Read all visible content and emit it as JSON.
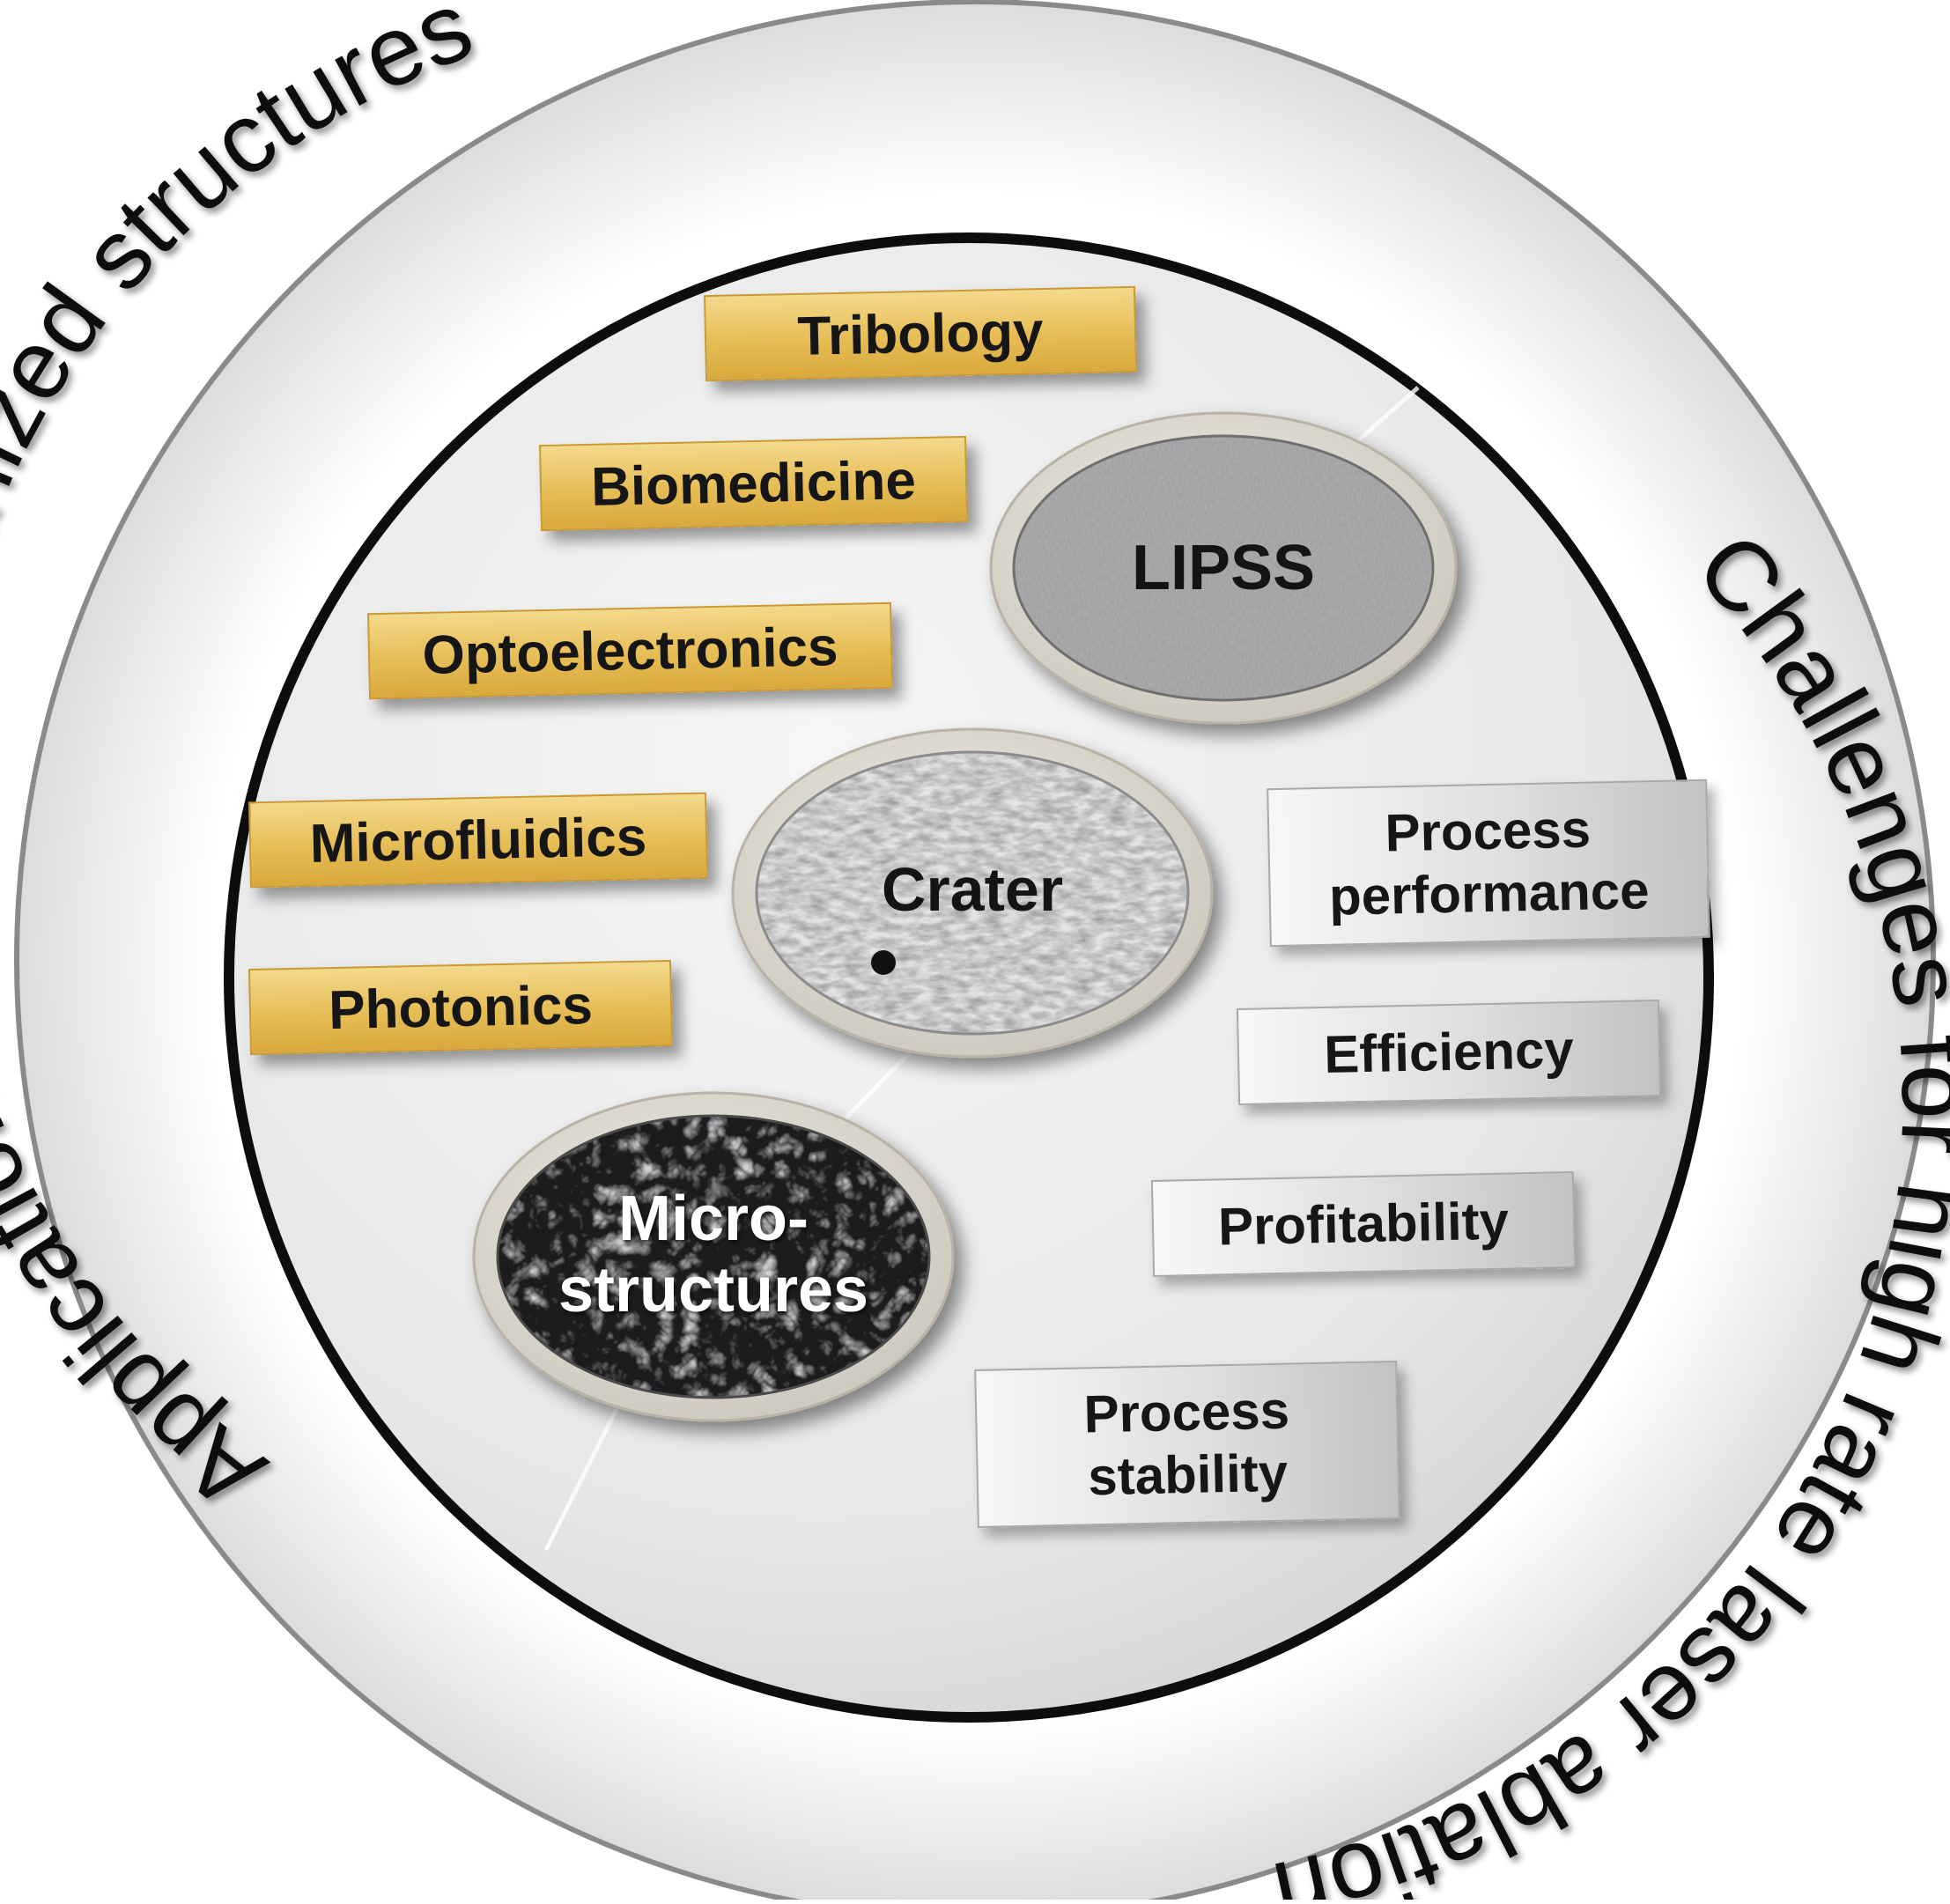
{
  "outer_ring": {
    "left_text": "Applications of self-organized structures",
    "right_text": "Challenges for high rate laser ablation"
  },
  "structures": {
    "lipss": {
      "label": "LIPSS"
    },
    "crater": {
      "label": "Crater"
    },
    "micro": {
      "label_line1": "Micro-",
      "label_line2": "structures"
    }
  },
  "applications": [
    {
      "label": "Tribology"
    },
    {
      "label": "Biomedicine"
    },
    {
      "label": "Optoelectronics"
    },
    {
      "label": "Microfluidics"
    },
    {
      "label": "Photonics"
    }
  ],
  "challenges": [
    {
      "line1": "Process",
      "line2": "performance"
    },
    {
      "line1": "Efficiency"
    },
    {
      "line1": "Profitability"
    },
    {
      "line1": "Process",
      "line2": "stability"
    }
  ],
  "colors": {
    "application_box": "#e6bd55",
    "challenge_box": "#d6d6d6",
    "ring": "#111111"
  }
}
